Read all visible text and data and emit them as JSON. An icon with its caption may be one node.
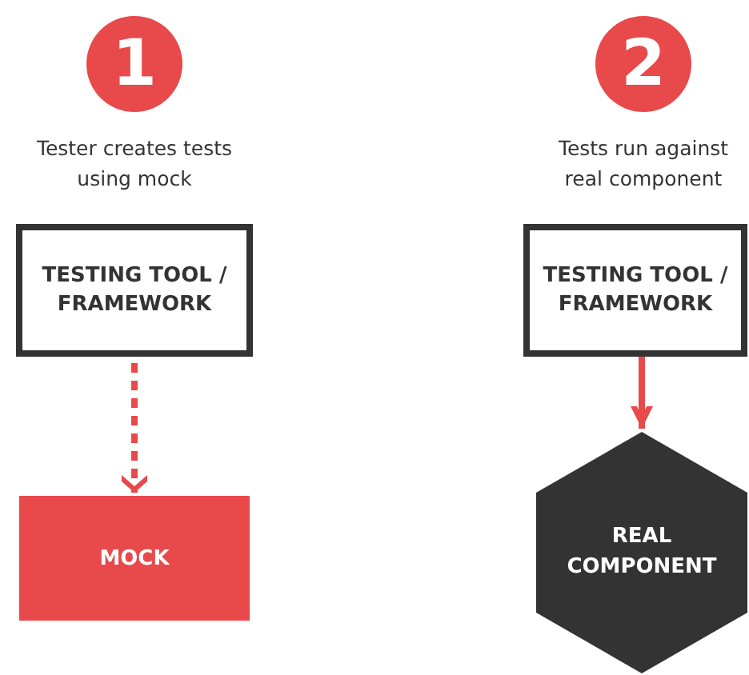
{
  "diagram": {
    "nodes": [
      {
        "text": [
          "1"
        ],
        "beside": [
          "Tester creates tests using mock"
        ]
      },
      {
        "text": [
          "2"
        ],
        "beside": [
          "Tests run against real component"
        ]
      },
      {
        "text": [
          "TESTING TOOL / FRAMEWORK"
        ]
      },
      {
        "text": [
          "TESTING TOOL / FRAMEWORK"
        ]
      },
      {
        "text": [
          "MOCK"
        ]
      },
      {
        "text": [
          "REAL COMPONENT"
        ]
      }
    ],
    "edges": [
      {
        "from": 2,
        "to": 4,
        "arrow": "to",
        "style": "dashed"
      },
      {
        "from": 3,
        "to": 5,
        "arrow": "to"
      }
    ]
  }
}
